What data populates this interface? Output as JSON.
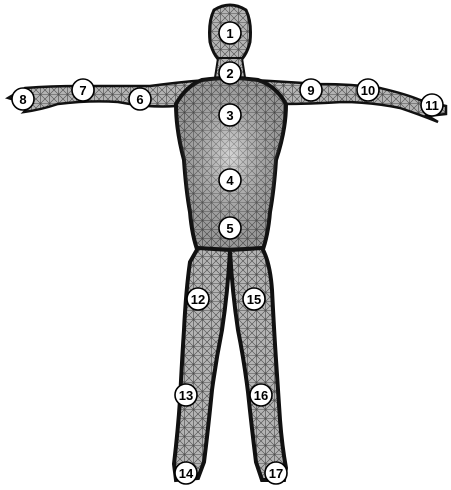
{
  "figure": {
    "colors": {
      "body_fill": "#a9a9a9",
      "body_outline": "#1a1a1a",
      "mesh": "#3a3a3a",
      "marker_fill": "#ffffff",
      "marker_stroke": "#000000"
    },
    "markers": [
      {
        "id": "1",
        "label": "1"
      },
      {
        "id": "2",
        "label": "2"
      },
      {
        "id": "3",
        "label": "3"
      },
      {
        "id": "4",
        "label": "4"
      },
      {
        "id": "5",
        "label": "5"
      },
      {
        "id": "6",
        "label": "6"
      },
      {
        "id": "7",
        "label": "7"
      },
      {
        "id": "8",
        "label": "8"
      },
      {
        "id": "9",
        "label": "9"
      },
      {
        "id": "10",
        "label": "10"
      },
      {
        "id": "11",
        "label": "11"
      },
      {
        "id": "12",
        "label": "12"
      },
      {
        "id": "13",
        "label": "13"
      },
      {
        "id": "14",
        "label": "14"
      },
      {
        "id": "15",
        "label": "15"
      },
      {
        "id": "16",
        "label": "16"
      },
      {
        "id": "17",
        "label": "17"
      }
    ]
  }
}
